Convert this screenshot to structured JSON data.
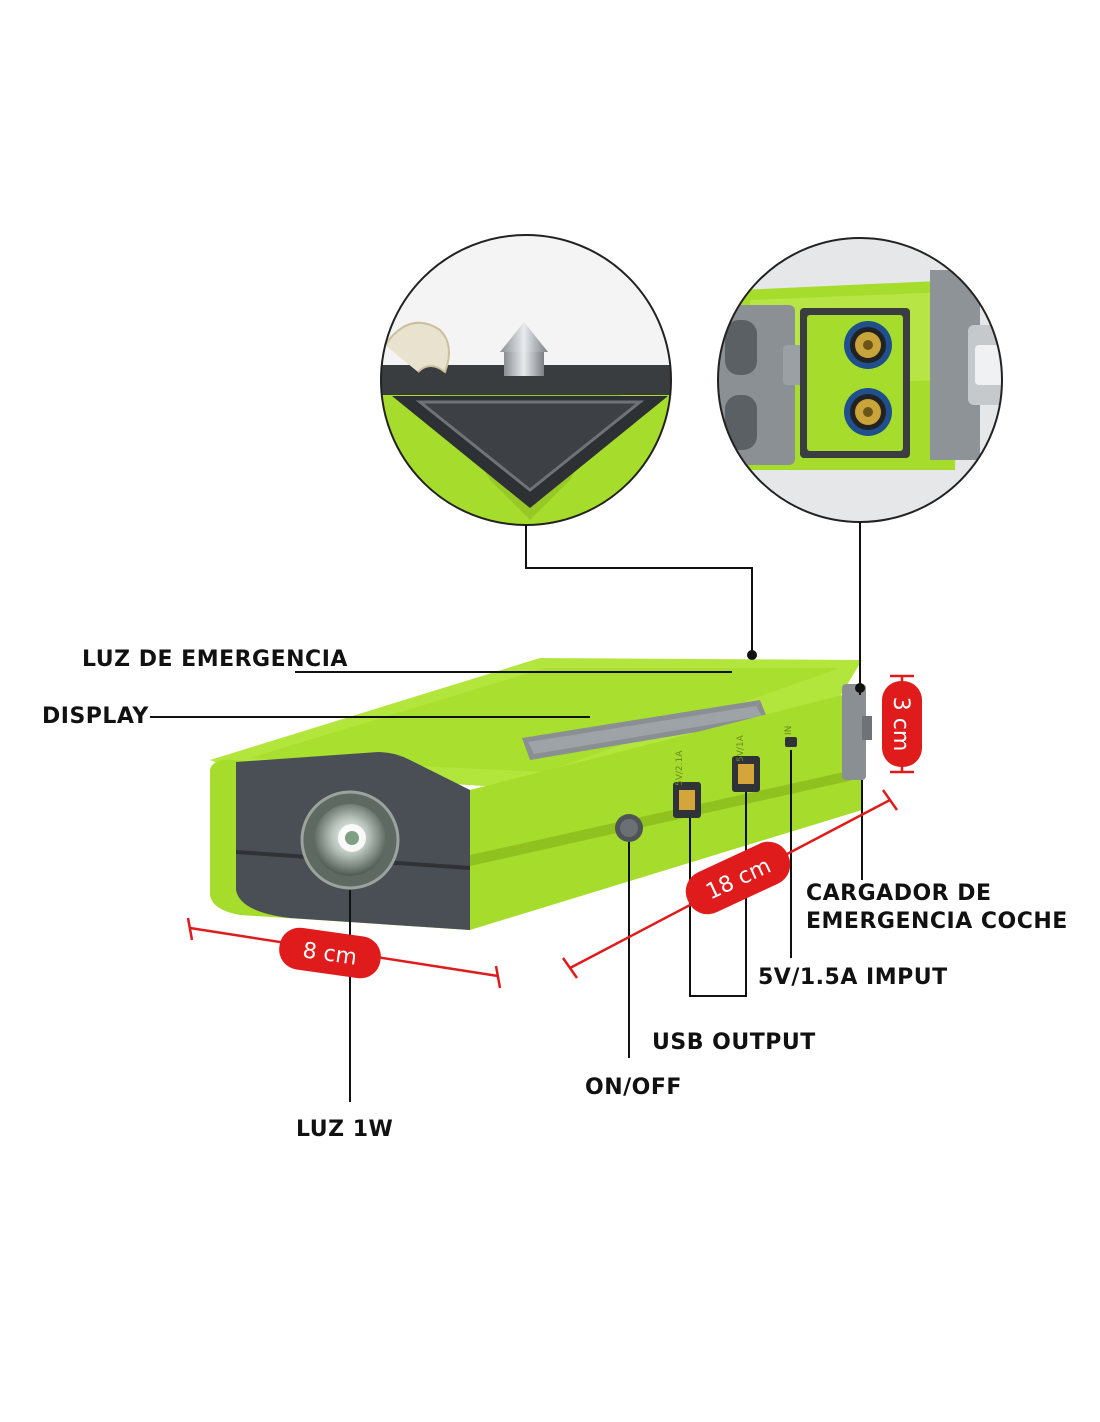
{
  "labels": {
    "emergency_light": "LUZ DE EMERGENCIA",
    "display": "DISPLAY",
    "car_charger_line1": "CARGADOR DE",
    "car_charger_line2": "EMERGENCIA COCHE",
    "input": "5V/1.5A IMPUT",
    "usb_output": "USB OUTPUT",
    "on_off": "ON/OFF",
    "light_1w": "LUZ 1W"
  },
  "dimensions": {
    "width": "8 cm",
    "length": "18 cm",
    "height": "3 cm"
  },
  "port_markings": {
    "usb1": "5V/2.1A",
    "usb2": "5V/1A",
    "input": "IN"
  },
  "colors": {
    "device_green": "#a6dd2c",
    "device_green_dark": "#8fc21f",
    "device_gray": "#4a4f55",
    "dimension_red": "#e01b1b",
    "label_text": "#111111",
    "leader_line": "#111111"
  }
}
